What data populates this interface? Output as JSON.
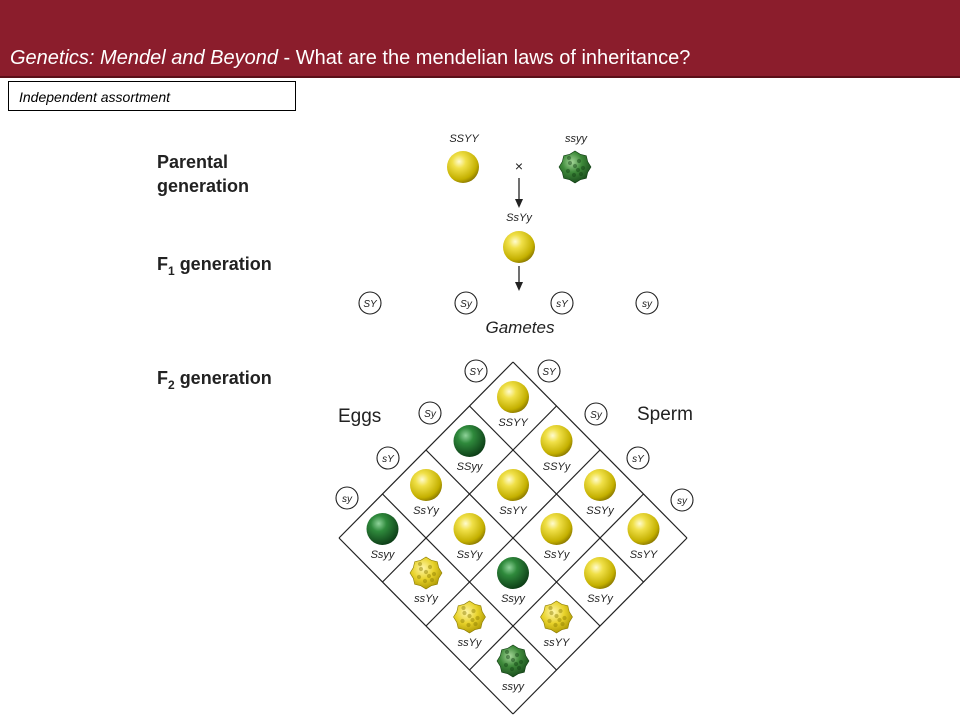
{
  "header": {
    "title_italic": "Genetics: Mendel and Beyond",
    "title_sep": " - ",
    "title_rest": "What are the mendelian laws of inheritance?"
  },
  "subtitle": "Independent assortment",
  "colors": {
    "banner": "#8b1d2c",
    "yellow_pea": "#e3d21a",
    "green_pea": "#1d6e2a"
  },
  "diagram": {
    "parental_label_1": "Parental",
    "parental_label_2": "generation",
    "f1_label": "F",
    "f1_sub": "1",
    "f1_rest": " generation",
    "f2_label": "F",
    "f2_sub": "2",
    "f2_rest": " generation",
    "parent_1_genotype": "SSYY",
    "parent_2_genotype": "ssyy",
    "cross_symbol": "×",
    "f1_genotype": "SsYy",
    "gametes_label": "Gametes",
    "gametes": [
      "SY",
      "Sy",
      "sY",
      "sy"
    ],
    "eggs_label": "Eggs",
    "sperm_label": "Sperm",
    "f2_cells": [
      {
        "genotype": "SSYY",
        "phenotype": "yellow-round"
      },
      {
        "genotype": "SSYy",
        "phenotype": "yellow-round"
      },
      {
        "genotype": "SSYy",
        "phenotype": "yellow-round"
      },
      {
        "genotype": "SsYY",
        "phenotype": "yellow-round"
      },
      {
        "genotype": "SSyy",
        "phenotype": "green-round"
      },
      {
        "genotype": "SsYY",
        "phenotype": "yellow-round"
      },
      {
        "genotype": "SsYy",
        "phenotype": "yellow-round"
      },
      {
        "genotype": "SsYy",
        "phenotype": "yellow-round"
      },
      {
        "genotype": "SsYy",
        "phenotype": "yellow-round"
      },
      {
        "genotype": "SsYy",
        "phenotype": "yellow-round"
      },
      {
        "genotype": "Ssyy",
        "phenotype": "green-round"
      },
      {
        "genotype": "ssYY",
        "phenotype": "yellow-wrinkled"
      },
      {
        "genotype": "Ssyy",
        "phenotype": "green-round"
      },
      {
        "genotype": "ssYy",
        "phenotype": "yellow-wrinkled"
      },
      {
        "genotype": "ssYy",
        "phenotype": "yellow-wrinkled"
      },
      {
        "genotype": "ssyy",
        "phenotype": "green-wrinkled"
      }
    ]
  }
}
